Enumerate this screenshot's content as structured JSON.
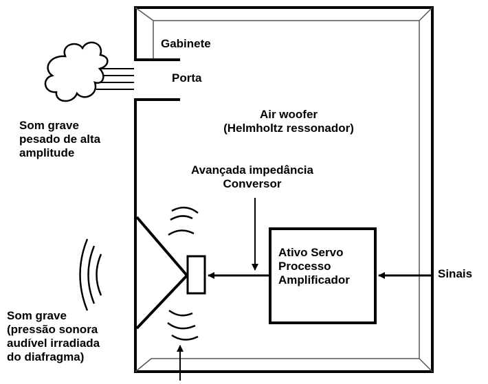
{
  "labels": {
    "cabinet": "Gabinete",
    "port": "Porta",
    "air_woofer_line1": "Air woofer",
    "air_woofer_line2": "(Helmholtz ressonador)",
    "port_sound_line1": "Som grave",
    "port_sound_line2": "pesado de alta",
    "port_sound_line3": "amplitude",
    "converter_line1": "Avançada impedância",
    "converter_line2": "Conversor",
    "amp_line1": "Ativo Servo",
    "amp_line2": "Processo",
    "amp_line3": "Amplificador",
    "signals": "Sinais",
    "diaphragm_line1": "Som grave",
    "diaphragm_line2": "(pressão sonora",
    "diaphragm_line3": "audível irradiada",
    "diaphragm_line4": "do diafragma)"
  },
  "colors": {
    "stroke": "#000000",
    "background": "#ffffff"
  }
}
